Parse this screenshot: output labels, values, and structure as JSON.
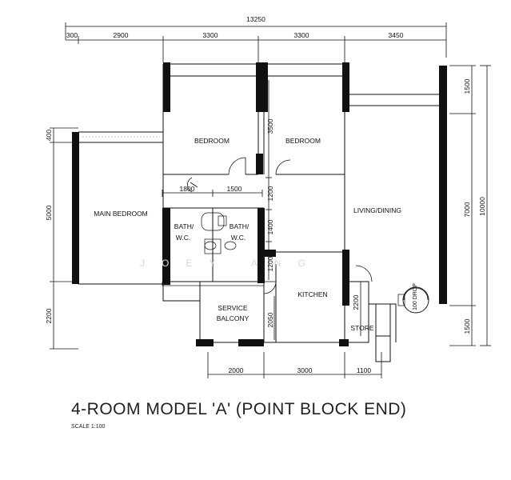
{
  "dimensions": {
    "overall_width": "13250",
    "top": [
      "300",
      "2900",
      "3300",
      "3300",
      "3450"
    ],
    "left": [
      "400",
      "5000",
      "2200"
    ],
    "right_inner": [
      "1500",
      "7000",
      "1500"
    ],
    "right_overall": "10000",
    "bottom": [
      "2000",
      "3000",
      "1100"
    ],
    "bath_widths": [
      "1800",
      "1500"
    ],
    "mid_vertical": [
      "3500",
      "1200",
      "1400",
      "1200"
    ],
    "kitchen_heights": [
      "2200",
      "2050"
    ]
  },
  "rooms": {
    "bedroom_1": "BEDROOM",
    "bedroom_2": "BEDROOM",
    "main_bedroom": "MAIN BEDROOM",
    "living_dining": "LIVING/DINING",
    "bath_wc_1_line1": "BATH/",
    "bath_wc_1_line2": "W.C.",
    "bath_wc_2_line1": "BATH/",
    "bath_wc_2_line2": "W.C.",
    "kitchen": "KITCHEN",
    "service_balcony_line1": "SERVICE",
    "service_balcony_line2": "BALCONY",
    "store": "STORE",
    "refuse_chute": "100 DROP"
  },
  "title": "4-ROOM MODEL 'A' (POINT BLOCK END)",
  "scale": "SCALE 1:100",
  "watermark": "JOEY ANG"
}
